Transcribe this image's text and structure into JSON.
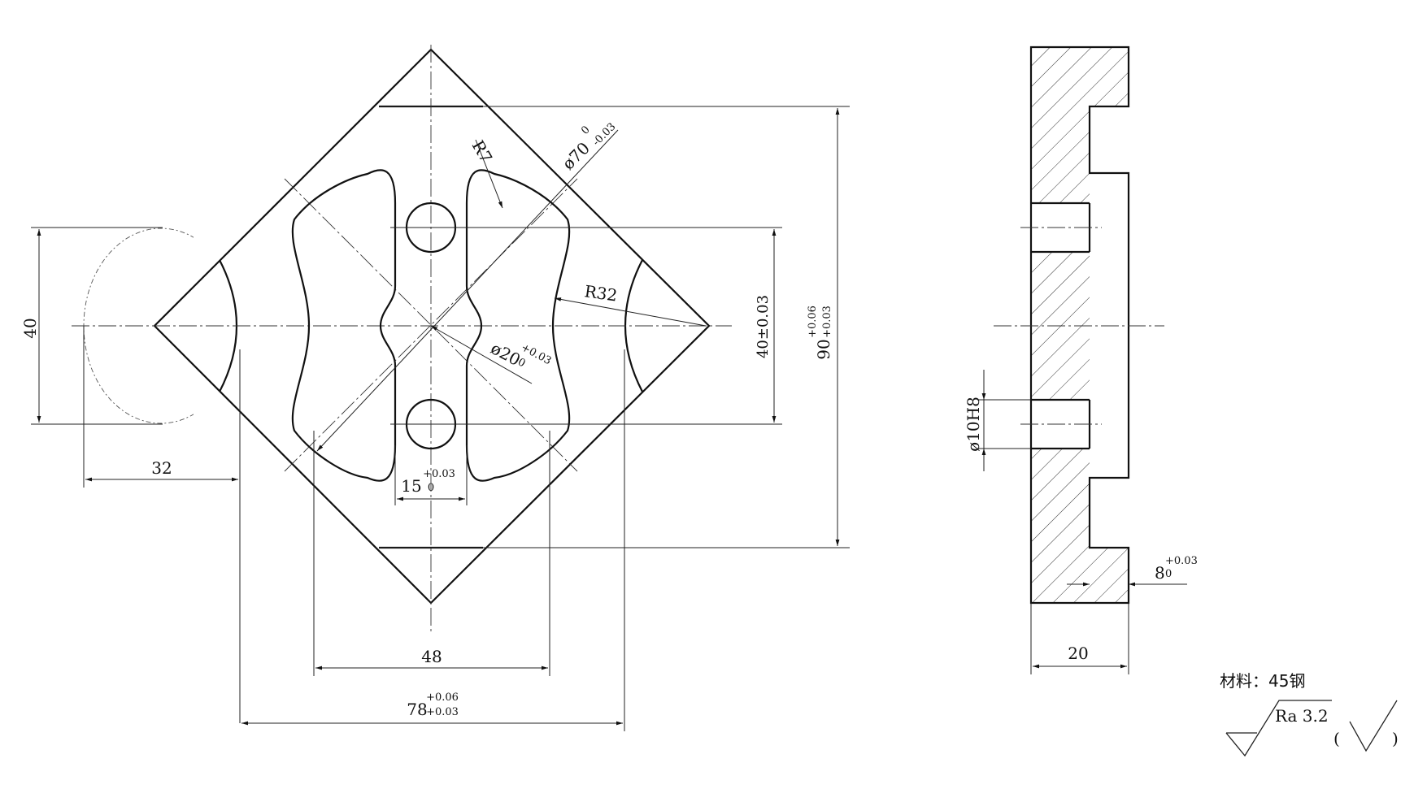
{
  "dimensions": {
    "d40_left": "40",
    "d32": "32",
    "d48": "48",
    "d78": "78",
    "d78_upper": "+0.06",
    "d78_lower": "+0.03",
    "r7": "R7",
    "dia70": "ø70",
    "dia70_upper": "0",
    "dia70_lower": "-0.03",
    "r32": "R32",
    "dia20": "ø20",
    "dia20_upper": "+0.03",
    "dia20_lower": "0",
    "d15": "15",
    "d15_upper": "+0.03",
    "d15_lower": "0",
    "d40_right": "40±0.03",
    "d90": "90",
    "d90_upper": "+0.06",
    "d90_lower": "+0.03",
    "dia10h8": "ø10H8",
    "d8": "8",
    "d8_upper": "+0.03",
    "d8_lower": "0",
    "d20": "20"
  },
  "notes": {
    "material": "材料：45钢",
    "roughness": "Ra 3.2",
    "paren_open": "(",
    "paren_close": ")"
  }
}
